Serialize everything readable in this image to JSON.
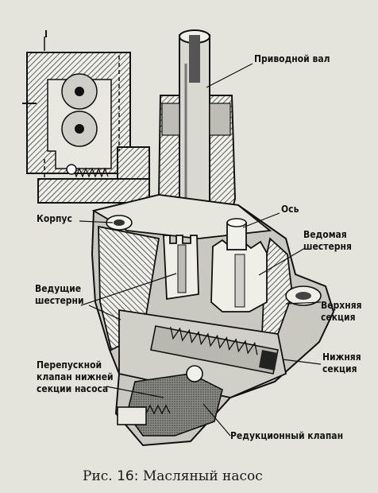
{
  "labels": {
    "drive_shaft": "Приводной вал",
    "axis": "Ось",
    "housing": "Корпус",
    "driven_gear": [
      "Ведомая",
      "шестерня"
    ],
    "driving_gears": [
      "Ведущие",
      "шестерни"
    ],
    "upper_section": [
      "Верхняя",
      "секция"
    ],
    "lower_section": [
      "Нижняя",
      "секция"
    ],
    "bypass_valve": [
      "Перепускной",
      "клапан нижней",
      "секции насоса"
    ],
    "reducing_valve": "Редукционный клапан",
    "inset_marker": "I"
  },
  "caption": {
    "prefix": "Рис.",
    "number": "16:",
    "title": "Масляный насос"
  }
}
